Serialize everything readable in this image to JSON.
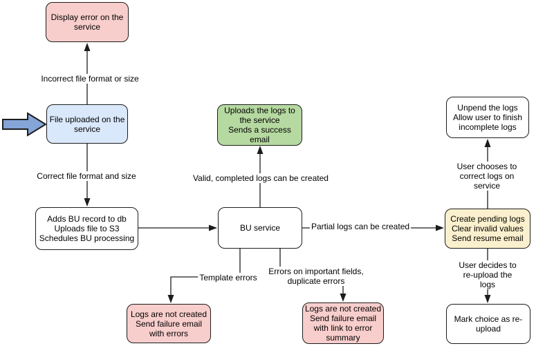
{
  "diagram": {
    "nodes": {
      "display_error": {
        "label": "Display error on the\nservice"
      },
      "file_uploaded": {
        "label": "File uploaded on the\nservice"
      },
      "adds_bu": {
        "label": "Adds BU record to db\nUploads file to S3\nSchedules BU processing"
      },
      "uploads_logs": {
        "label": "Uploads the logs to\nthe service\nSends a success\nemail"
      },
      "bu_service": {
        "label": "BU service"
      },
      "create_pending": {
        "label": "Create pending logs\nClear invalid values\nSend resume email"
      },
      "unpend": {
        "label": "Unpend the logs\nAllow user to finish\nincomplete logs"
      },
      "mark_choice": {
        "label": "Mark choice as re-\nupload"
      },
      "logs_not_created_errors": {
        "label": "Logs are not created\nSend failure email\nwith errors"
      },
      "logs_not_created_summary": {
        "label": "Logs are not created\nSend failure email\nwith link to error\nsummary"
      }
    },
    "edge_labels": {
      "incorrect": "Incorrect file format or size",
      "correct": "Correct file format and size",
      "valid": "Valid, completed logs can be created",
      "partial": "Partial logs can be created",
      "template": "Template errors",
      "important": "Errors on important fields,\nduplicate errors",
      "user_chooses": "User chooses to correct logs on service",
      "user_decides": "User decides to re-upload the logs"
    },
    "colors": {
      "pink": "#f8cecc",
      "blue": "#dae8fc",
      "green": "#b5d9a0",
      "yellow": "#fbf0cd",
      "white": "#ffffff",
      "stroke": "#1c1c1c",
      "arrow_icon": "#85a4d8"
    }
  }
}
